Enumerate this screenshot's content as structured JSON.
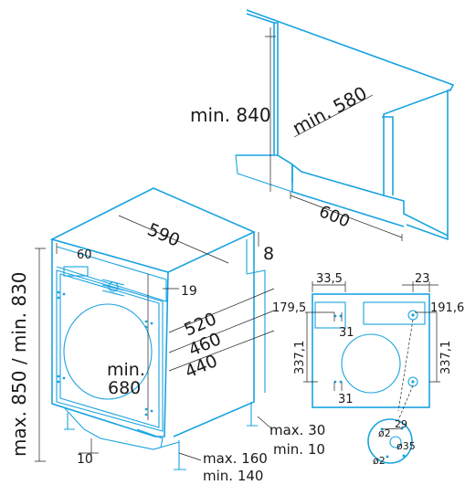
{
  "niche": {
    "min_height": "min. 840",
    "min_depth": "min. 580",
    "width": "600"
  },
  "machine": {
    "width_top": "590",
    "gap_top": "8",
    "panel_offset": "60",
    "door_offset": "19",
    "depth_1": "520",
    "depth_2": "460",
    "depth_3": "440",
    "inner_height": "min.",
    "inner_height_value": "680",
    "total_height": "max. 850 / min. 830",
    "foot_width": "10",
    "foot_height_max": "max. 30",
    "foot_height_min": "min. 10",
    "plinth_max": "max. 160",
    "plinth_min": "min. 140"
  },
  "door_drawing": {
    "hinge_width": "33,5",
    "right_offset": "23",
    "left_top": "179,5",
    "right_top": "191,6",
    "hole_1": "31",
    "left_span": "337,1",
    "right_span": "337,1",
    "hole_2": "31"
  },
  "hinge_detail": {
    "radius_29": "29",
    "d2_top": "ø2",
    "d35": "ø35",
    "d2_bottom": "ø2"
  },
  "colors": {
    "outline": "#1aa3e0",
    "dimension": "#222222"
  }
}
